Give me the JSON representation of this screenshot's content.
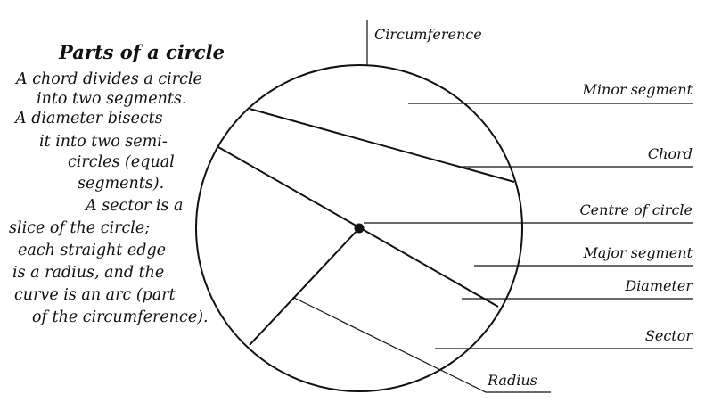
{
  "title": "Parts of a circle",
  "description_lines": [
    "A chord divides a circle",
    "into two segments.",
    "A diameter bisects",
    "it into two semi-",
    "circles (equal",
    "segments).",
    "A sector is a",
    "slice of the circle;",
    "each straight edge",
    "is a radius, and the",
    "curve is an arc (part",
    "of the circumference)."
  ],
  "labels": {
    "circumference": "Circumference",
    "minor_segment": "Minor segment",
    "chord": "Chord",
    "centre": "Centre of circle",
    "major_segment": "Major segment",
    "diameter": "Diameter",
    "sector": "Sector",
    "radius": "Radius"
  }
}
